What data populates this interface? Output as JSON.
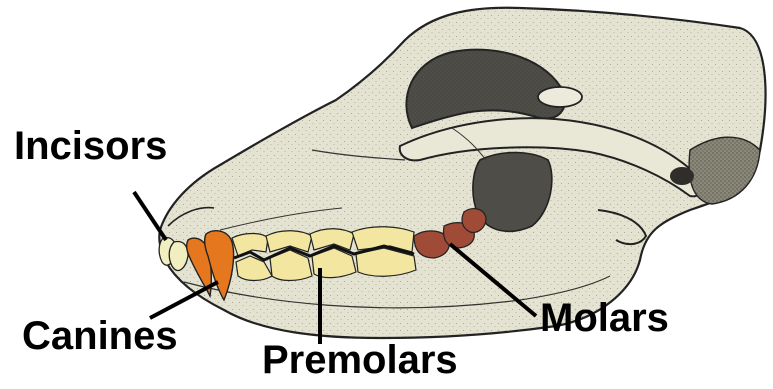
{
  "labels": {
    "incisors": "Incisors",
    "canines": "Canines",
    "premolars": "Premolars",
    "molars": "Molars"
  },
  "colors": {
    "bone": "#e4e3d1",
    "bone_shadow": "#4e4d47",
    "incisor_tooth": "#f1eec0",
    "canine_tooth": "#e5781e",
    "premolar_tooth": "#f2e6a0",
    "molar_tooth": "#a04a38",
    "leader_line": "#000000"
  }
}
